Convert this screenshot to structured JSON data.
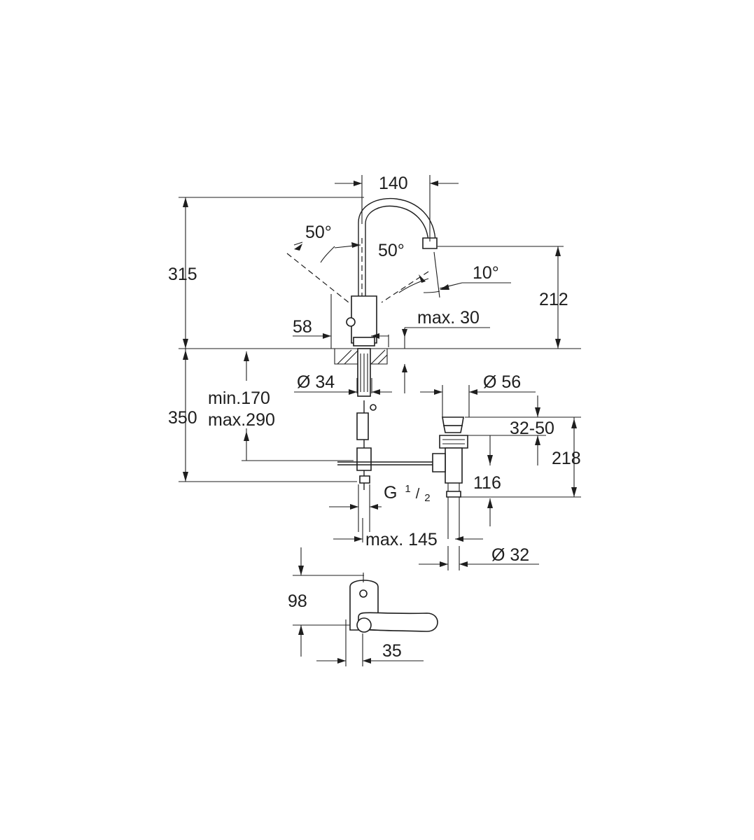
{
  "colors": {
    "line": "#1e1e1e",
    "background": "#ffffff"
  },
  "dimensions": {
    "width_140": "140",
    "height_315": "315",
    "angle_lever_left": "50°",
    "angle_lever_right": "50°",
    "angle_spout": "10°",
    "height_212": "212",
    "base_58": "58",
    "max_30": "max. 30",
    "dia_34": "Ø 34",
    "dia_56": "Ø 56",
    "min_170": "min.170",
    "max_290": "max.290",
    "height_350": "350",
    "range_32_50": "32-50",
    "height_218": "218",
    "height_116": "116",
    "thread_g": "G",
    "thread_num": "1",
    "thread_den": "2",
    "max_145": "max. 145",
    "dia_32": "Ø 32",
    "height_98": "98",
    "offset_35": "35"
  }
}
